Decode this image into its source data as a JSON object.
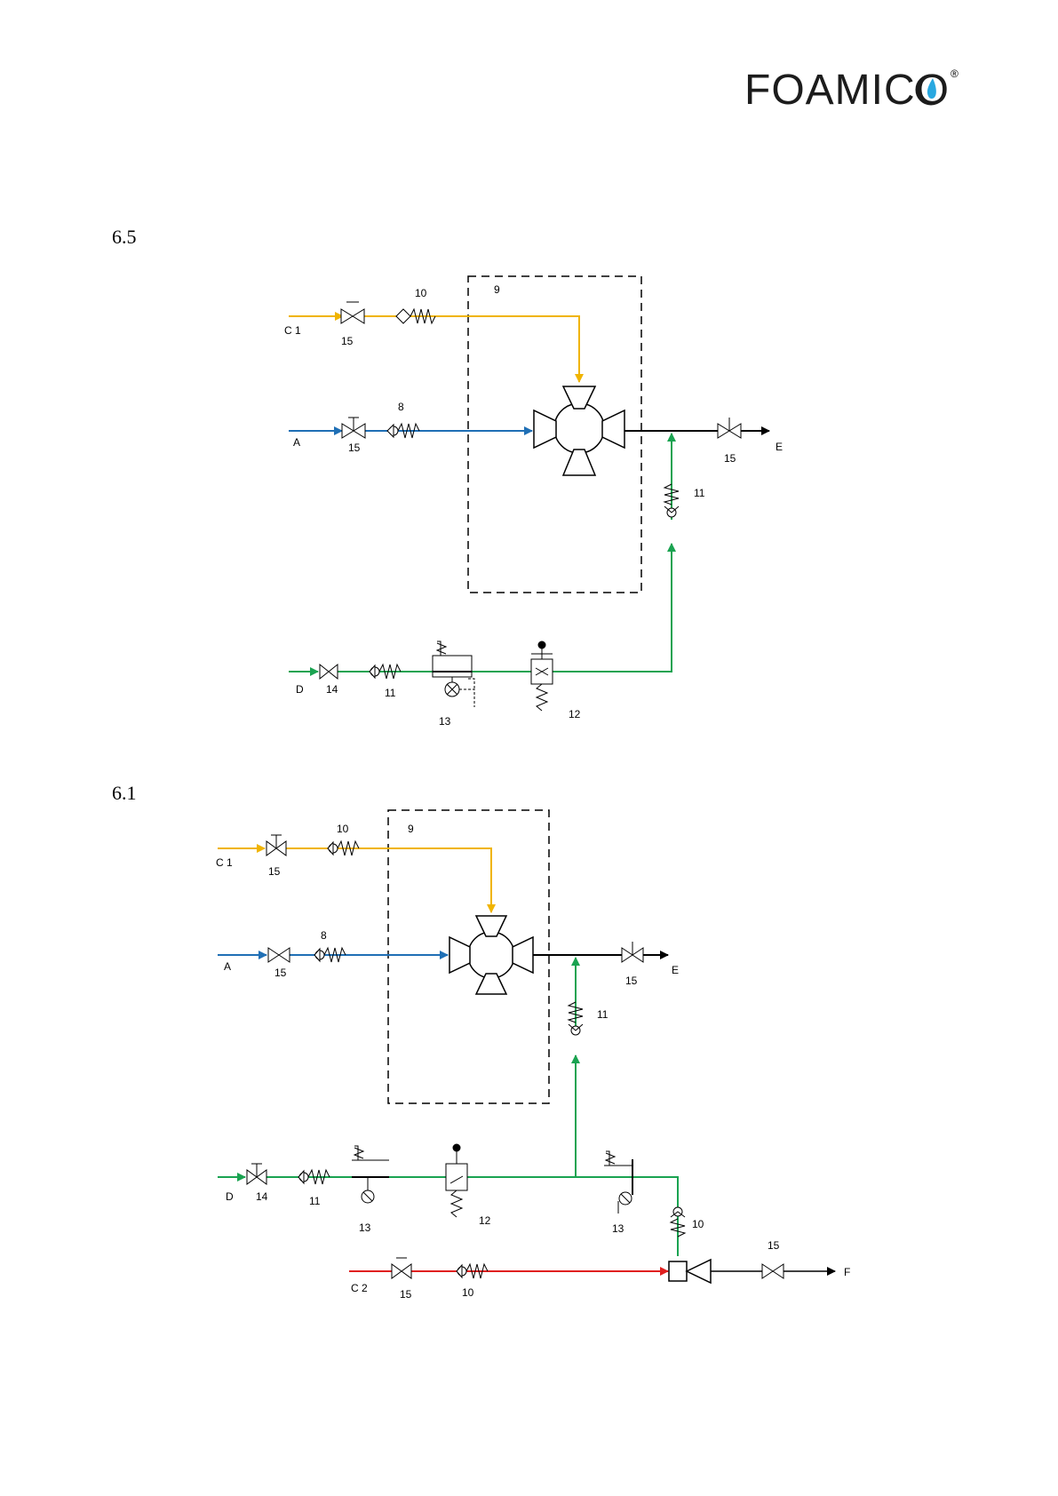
{
  "brand": {
    "logo": "FOAMICO",
    "reg": "®"
  },
  "sections": [
    {
      "number": "6.5",
      "labels": {
        "c1": "C 1",
        "a": "A",
        "d": "D",
        "e": "E",
        "n9": "9",
        "n10": "10",
        "n15a": "15",
        "n8": "8",
        "n15b": "15",
        "n15c": "15",
        "n11a": "11",
        "n14": "14",
        "n11b": "11",
        "n13": "13",
        "n12": "12"
      }
    },
    {
      "number": "6.1",
      "labels": {
        "c1": "C 1",
        "a": "A",
        "d": "D",
        "e": "E",
        "c2": "C 2",
        "f": "F",
        "n9": "9",
        "n10a": "10",
        "n15a": "15",
        "n8": "8",
        "n15b": "15",
        "n15c": "15",
        "n11a": "11",
        "n14": "14",
        "n11b": "11",
        "n13a": "13",
        "n12": "12",
        "n13b": "13",
        "n10b": "10",
        "n15d": "15",
        "n15e": "15",
        "n10c": "10"
      }
    }
  ],
  "colors": {
    "foam_concentrate": "#f0b400",
    "water": "#1f6fb5",
    "air": "#1aa351",
    "concentrate2": "#e02020",
    "outlet": "#000000"
  }
}
